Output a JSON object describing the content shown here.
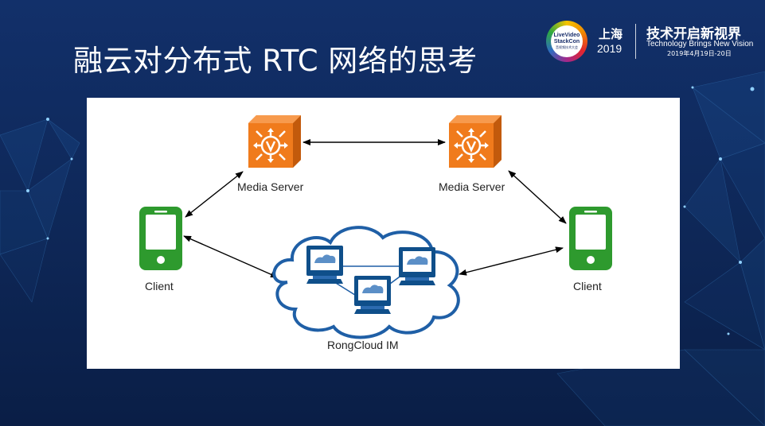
{
  "slide": {
    "title": "融云对分布式 RTC 网络的思考"
  },
  "header": {
    "logo": {
      "line1": "LiveVideo",
      "line2": "StackCon",
      "line3": "音视频技术大会"
    },
    "city": "上海",
    "year": "2019",
    "slogan_cn": "技术开启新视界",
    "slogan_en": "Technology Brings New Vision",
    "dates": "2019年4月19日-20日"
  },
  "diagram": {
    "nodes": {
      "media_server_left": "Media Server",
      "media_server_right": "Media Server",
      "client_left": "Client",
      "client_right": "Client",
      "cloud": "RongCloud IM"
    }
  },
  "colors": {
    "background": "#0e2757",
    "server_orange": "#f07b1c",
    "phone_green": "#2e9a2e",
    "cloud_blue": "#1f5fa6",
    "terminal_blue": "#0f4f8a"
  }
}
